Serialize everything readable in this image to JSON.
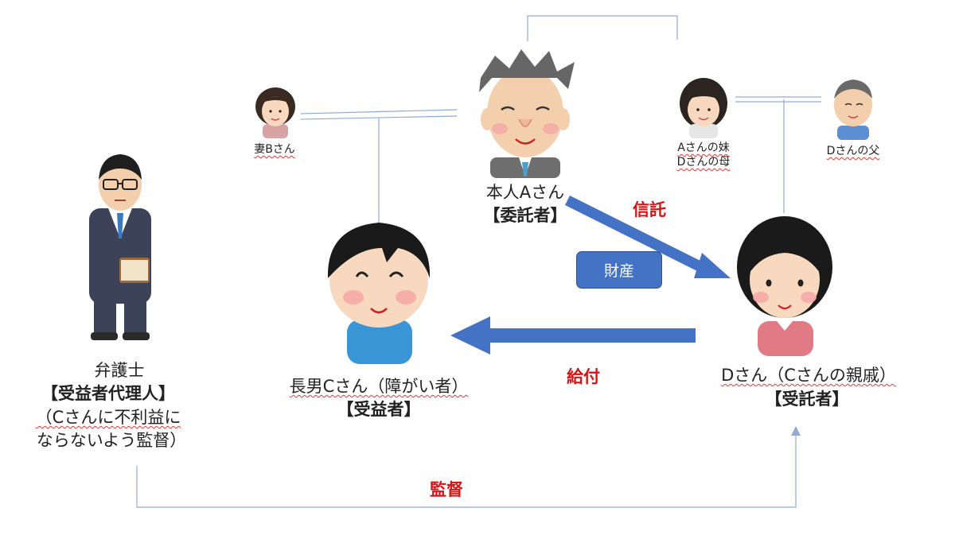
{
  "people": {
    "principal": {
      "name": "本人Aさん",
      "role": "【委託者】"
    },
    "wife": {
      "name": "妻Bさん"
    },
    "son": {
      "name": "長男Cさん（障がい者）",
      "role": "【受益者】"
    },
    "trustee": {
      "name": "Dさん（Cさんの親戚）",
      "role": "【受託者】"
    },
    "sister": {
      "line1": "Aさんの妹",
      "line2": "Dさんの母"
    },
    "d_father": {
      "name": "Dさんの父"
    },
    "lawyer": {
      "title": "弁護士",
      "role": "【受益者代理人】",
      "note1": "（Cさんに不利益に",
      "note2": "ならないよう監督）"
    }
  },
  "flows": {
    "trust": "信託",
    "asset": "財産",
    "benefit": "給付",
    "supervision": "監督"
  },
  "colors": {
    "arrow": "#4472c4",
    "line": "#8fa9d6",
    "accent_text": "#d21414"
  }
}
